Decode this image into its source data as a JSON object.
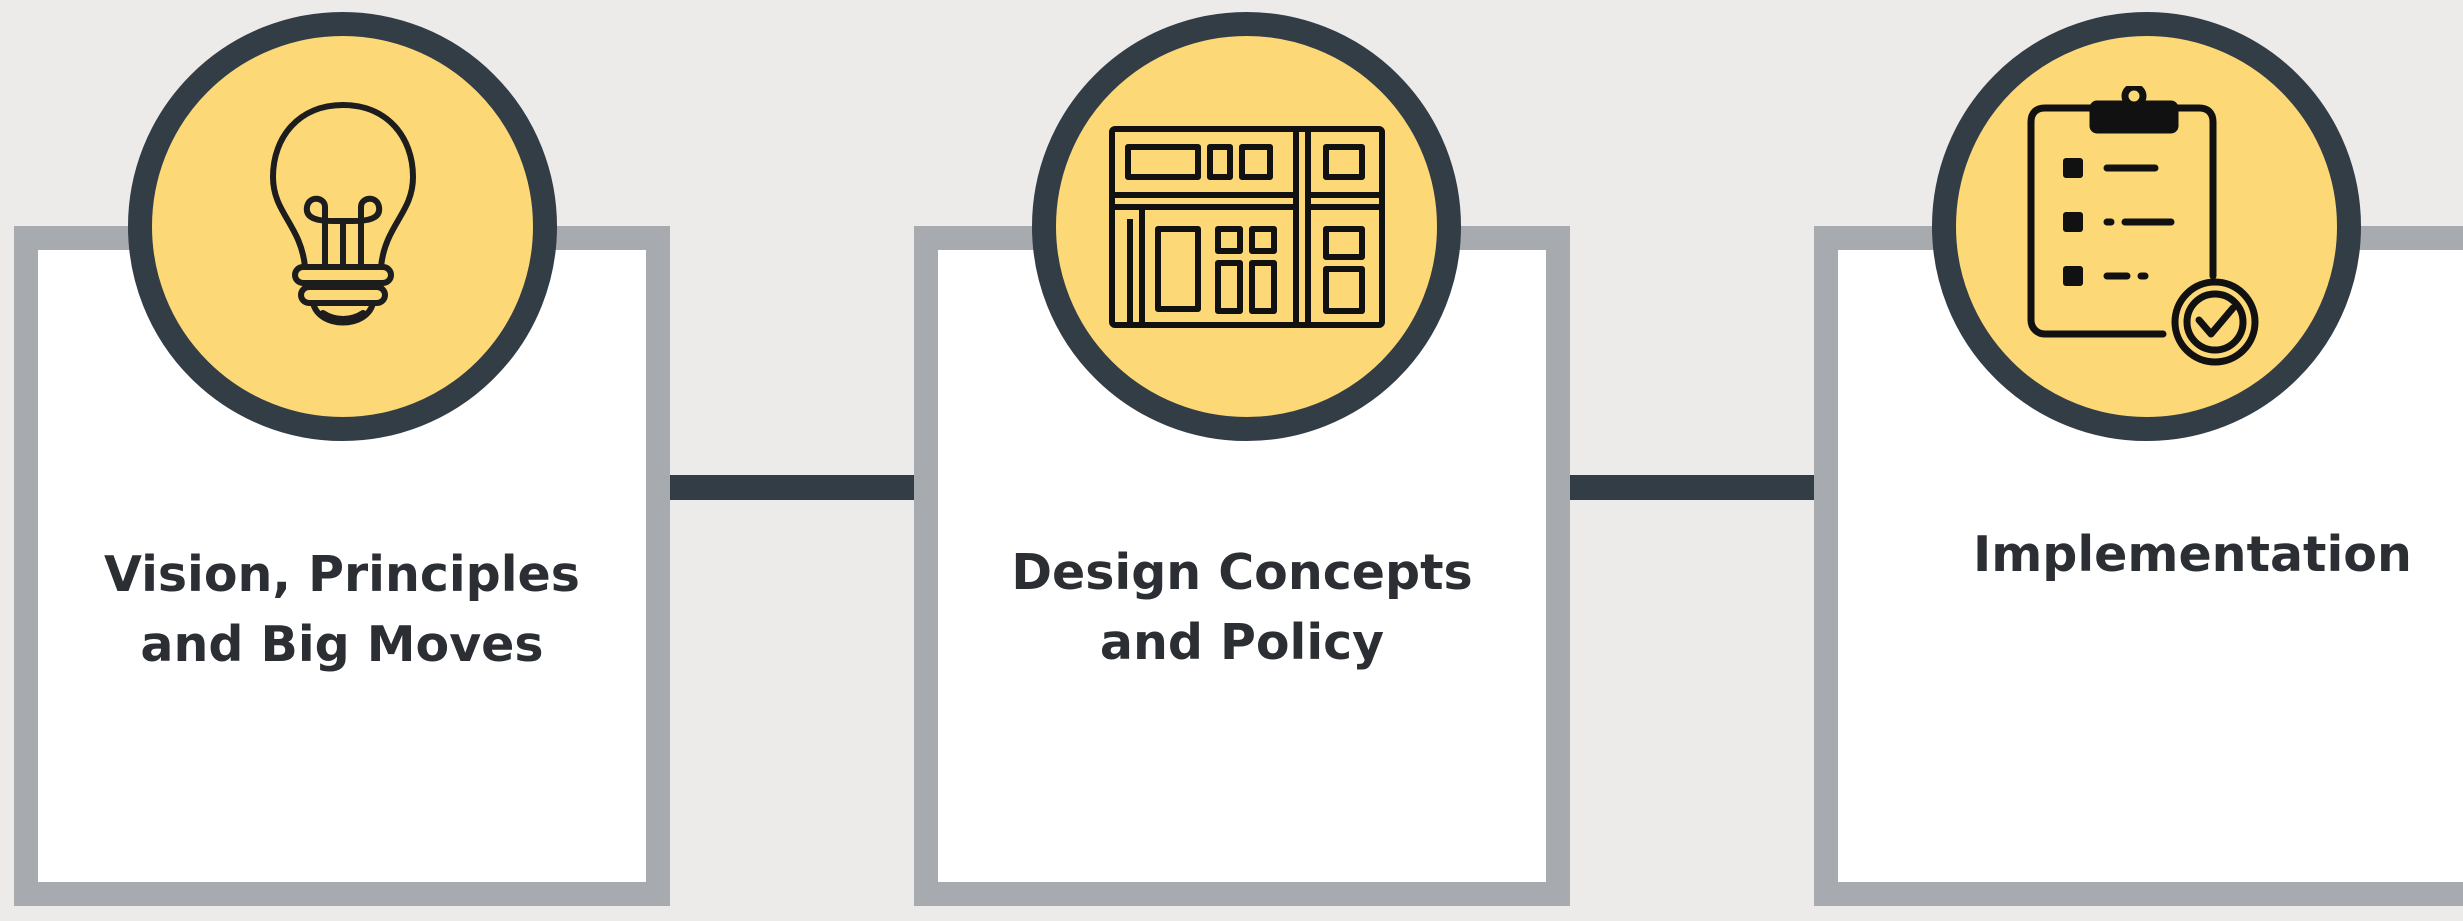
{
  "colors": {
    "background": "#ecebea",
    "card_fill": "#ffffff",
    "card_border": "#a7aaaf",
    "connector": "#333d46",
    "badge_ring": "#333d46",
    "badge_fill": "#fcd877",
    "text": "#2b2f33"
  },
  "steps": [
    {
      "label": "Vision, Principles\nand Big Moves",
      "icon": "lightbulb-icon"
    },
    {
      "label": "Design Concepts\nand Policy",
      "icon": "floor-plan-icon"
    },
    {
      "label": "Implementation",
      "icon": "clipboard-checklist-icon"
    }
  ]
}
